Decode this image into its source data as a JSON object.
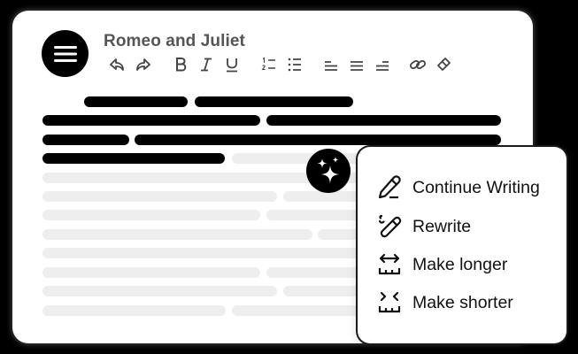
{
  "editor": {
    "title": "Romeo and Juliet",
    "menu_icon": "hamburger-menu-icon",
    "toolbar": [
      {
        "name": "undo",
        "icon": "undo-icon"
      },
      {
        "name": "redo",
        "icon": "redo-icon"
      },
      {
        "name": "bold",
        "icon": "bold-icon"
      },
      {
        "name": "italic",
        "icon": "italic-icon"
      },
      {
        "name": "underline",
        "icon": "underline-icon"
      },
      {
        "name": "ordered-list",
        "icon": "ordered-list-icon"
      },
      {
        "name": "bullet-list",
        "icon": "bullet-list-icon"
      },
      {
        "name": "align-left",
        "icon": "align-left-icon"
      },
      {
        "name": "align-center",
        "icon": "align-center-icon"
      },
      {
        "name": "align-right",
        "icon": "align-right-icon"
      },
      {
        "name": "link",
        "icon": "link-icon"
      },
      {
        "name": "eraser",
        "icon": "eraser-icon"
      }
    ],
    "colors": {
      "background": "#000000",
      "card": "#ffffff",
      "title": "#555555",
      "text_selected": "#000000",
      "text_placeholder": "#eeeeee"
    }
  },
  "ai_button": {
    "icon": "sparkles-icon"
  },
  "ai_menu": {
    "items": [
      {
        "label": "Continue Writing",
        "icon": "pencil-line-icon"
      },
      {
        "label": "Rewrite",
        "icon": "pencil-rewrite-icon"
      },
      {
        "label": "Make longer",
        "icon": "expand-horizontal-icon"
      },
      {
        "label": "Make shorter",
        "icon": "compress-horizontal-icon"
      }
    ]
  }
}
